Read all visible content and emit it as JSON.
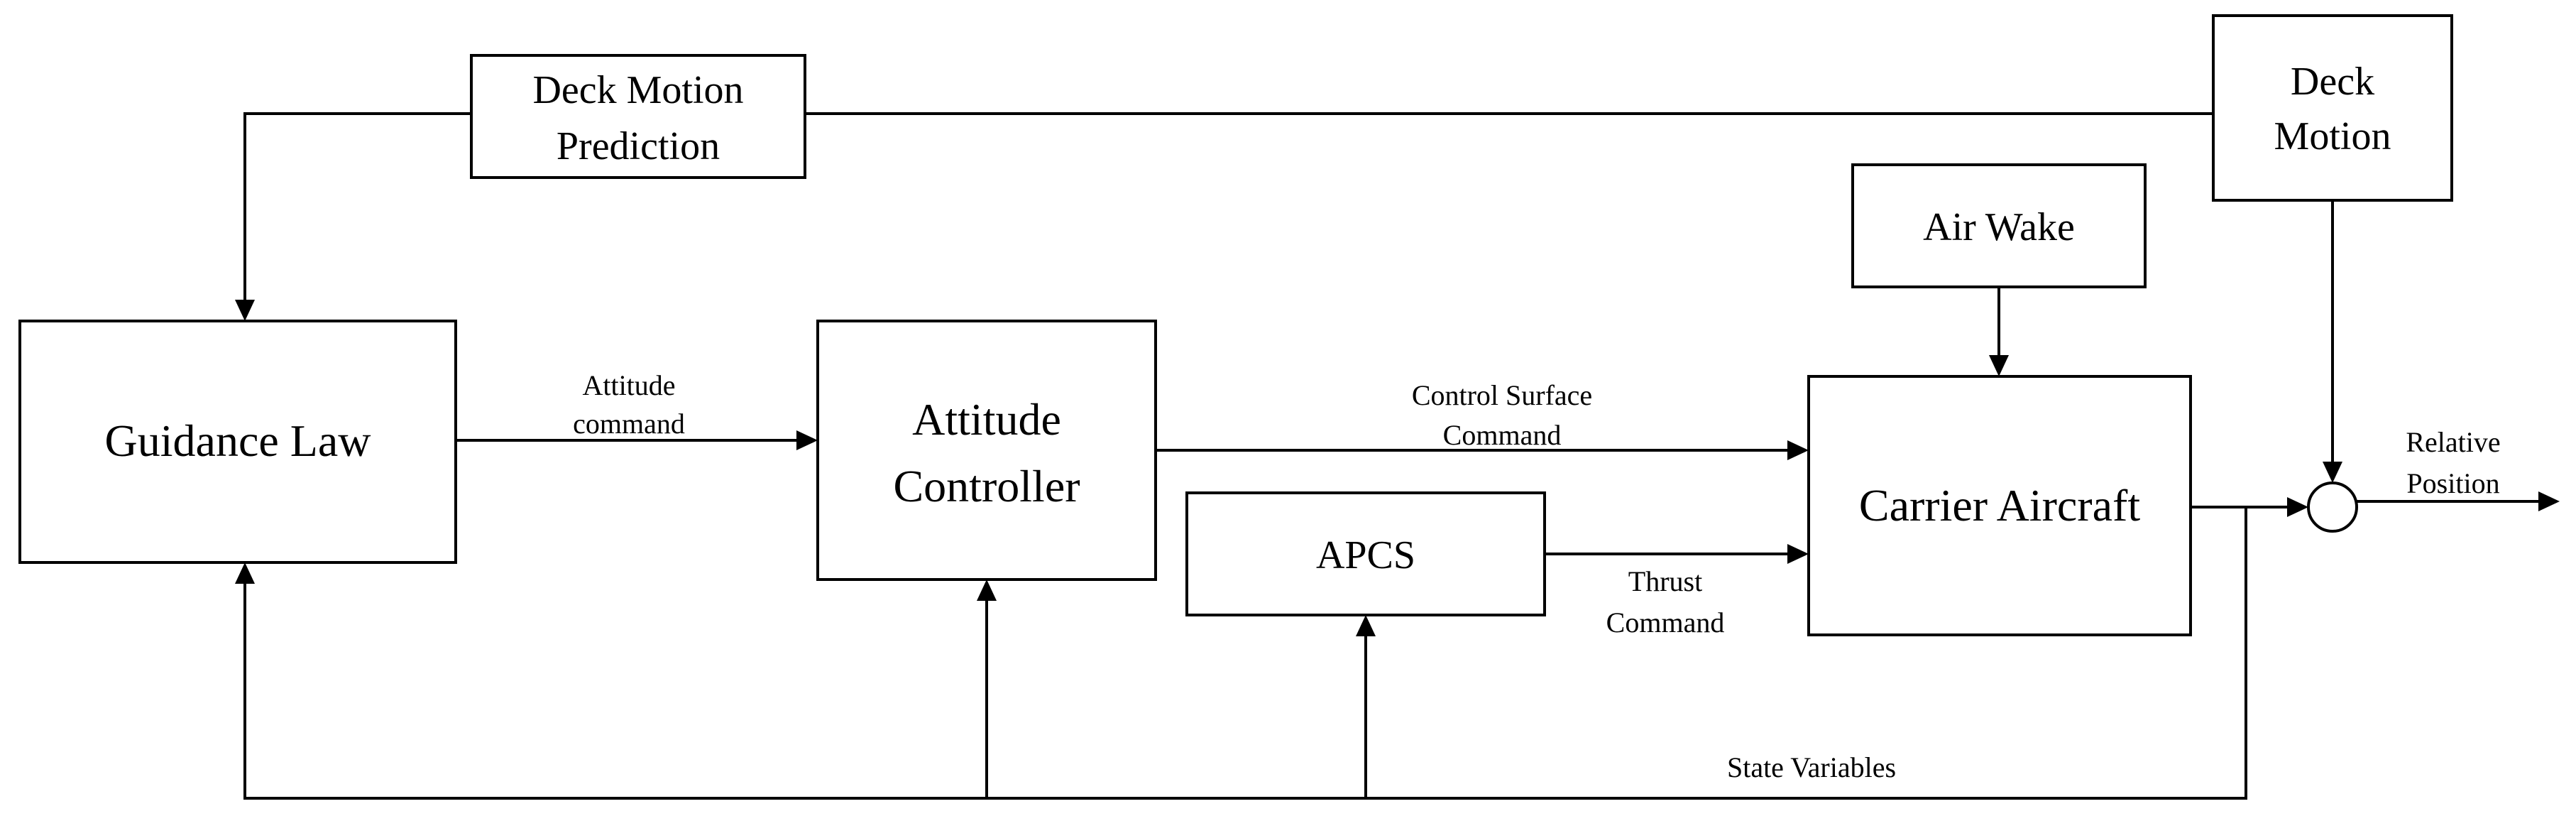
{
  "blocks": {
    "deck_motion_prediction": [
      "Deck Motion",
      "Prediction"
    ],
    "deck_motion": [
      "Deck",
      "Motion"
    ],
    "air_wake": "Air Wake",
    "guidance_law": "Guidance Law",
    "attitude_controller": [
      "Attitude",
      "Controller"
    ],
    "apcs": "APCS",
    "carrier_aircraft": "Carrier Aircraft"
  },
  "signals": {
    "attitude_command": [
      "Attitude",
      "command"
    ],
    "control_surface_command": [
      "Control Surface",
      "Command"
    ],
    "thrust_command": [
      "Thrust",
      "Command"
    ],
    "relative_position": [
      "Relative",
      "Position"
    ],
    "state_variables": "State Variables"
  },
  "colors": {
    "stroke": "#000000",
    "background": "#ffffff"
  }
}
